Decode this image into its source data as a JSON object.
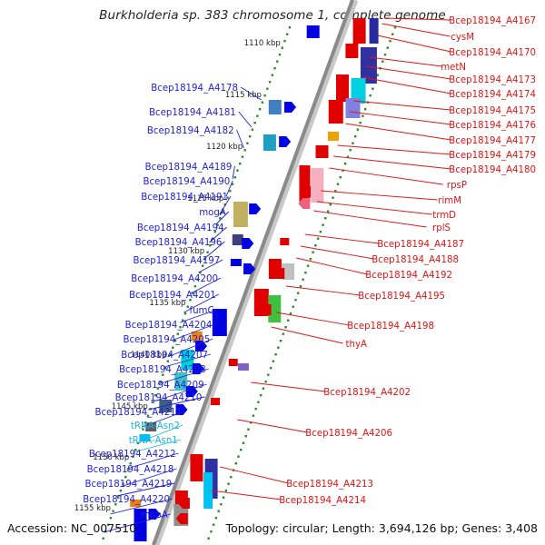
{
  "title": "Burkholderia sp. 383 chromosome 1, complete genome",
  "footer": {
    "accession": "Accession: NC_007510",
    "summary": "Topology: circular; Length: 3,694,126 bp; Genes: 3,408"
  },
  "colors": {
    "left_labels": "#1f1fdc",
    "right_labels": "#e01515",
    "rna_labels": "#1fb6e0",
    "backbone": "#8a8a8a",
    "ticks": "#2a8a2a"
  },
  "scale_labels": [
    "1110 kbp",
    "1115 kbp",
    "1120 kbp",
    "1125 kbp",
    "1130 kbp",
    "1135 kbp",
    "1140 kbp",
    "1145 kbp",
    "1150 kbp",
    "1155 kbp"
  ],
  "left_labels": [
    {
      "text": "Bcep18194_A4178",
      "type": "gene"
    },
    {
      "text": "Bcep18194_A4181",
      "type": "gene"
    },
    {
      "text": "Bcep18194_A4182",
      "type": "gene"
    },
    {
      "text": "Bcep18194_A4189",
      "type": "gene"
    },
    {
      "text": "Bcep18194_A4190",
      "type": "gene"
    },
    {
      "text": "Bcep18194_A4191",
      "type": "gene"
    },
    {
      "text": "mogA",
      "type": "gene"
    },
    {
      "text": "Bcep18194_A4194",
      "type": "gene"
    },
    {
      "text": "Bcep18194_A4196",
      "type": "gene"
    },
    {
      "text": "Bcep18194_A4197",
      "type": "gene"
    },
    {
      "text": "Bcep18194_A4200",
      "type": "gene"
    },
    {
      "text": "Bcep18194_A4201",
      "type": "gene"
    },
    {
      "text": "fumC",
      "type": "gene"
    },
    {
      "text": "Bcep18194_A4204",
      "type": "gene"
    },
    {
      "text": "Bcep18194_A4205",
      "type": "gene"
    },
    {
      "text": "Bcep18194_A4207",
      "type": "gene"
    },
    {
      "text": "Bcep18194_A4208",
      "type": "gene"
    },
    {
      "text": "Bcep18194_A4209",
      "type": "gene"
    },
    {
      "text": "Bcep18194_A4210",
      "type": "gene"
    },
    {
      "text": "Bcep18194_A4211",
      "type": "gene"
    },
    {
      "text": "tRNA-Asn2",
      "type": "rna"
    },
    {
      "text": "tRNA-Asn1",
      "type": "rna"
    },
    {
      "text": "Bcep18194_A4212",
      "type": "gene"
    },
    {
      "text": "Bcep18194_A4218",
      "type": "gene"
    },
    {
      "text": "Bcep18194_A4219",
      "type": "gene"
    },
    {
      "text": "Bcep18194_A4220",
      "type": "gene"
    },
    {
      "text": "mobA",
      "type": "gene"
    }
  ],
  "right_labels": [
    {
      "text": "Bcep18194_A4167"
    },
    {
      "text": "cysM"
    },
    {
      "text": "Bcep18194_A4170"
    },
    {
      "text": "metN"
    },
    {
      "text": "Bcep18194_A4173"
    },
    {
      "text": "Bcep18194_A4174"
    },
    {
      "text": "Bcep18194_A4175"
    },
    {
      "text": "Bcep18194_A4176"
    },
    {
      "text": "Bcep18194_A4177"
    },
    {
      "text": "Bcep18194_A4179"
    },
    {
      "text": "Bcep18194_A4180"
    },
    {
      "text": "rpsP"
    },
    {
      "text": "rimM"
    },
    {
      "text": "trmD"
    },
    {
      "text": "rplS"
    },
    {
      "text": "Bcep18194_A4187"
    },
    {
      "text": "Bcep18194_A4188"
    },
    {
      "text": "Bcep18194_A4192"
    },
    {
      "text": "Bcep18194_A4195"
    },
    {
      "text": "Bcep18194_A4198"
    },
    {
      "text": "thyA"
    },
    {
      "text": "Bcep18194_A4202"
    },
    {
      "text": "Bcep18194_A4206"
    },
    {
      "text": "Bcep18194_A4213"
    },
    {
      "text": "Bcep18194_A4214"
    }
  ]
}
